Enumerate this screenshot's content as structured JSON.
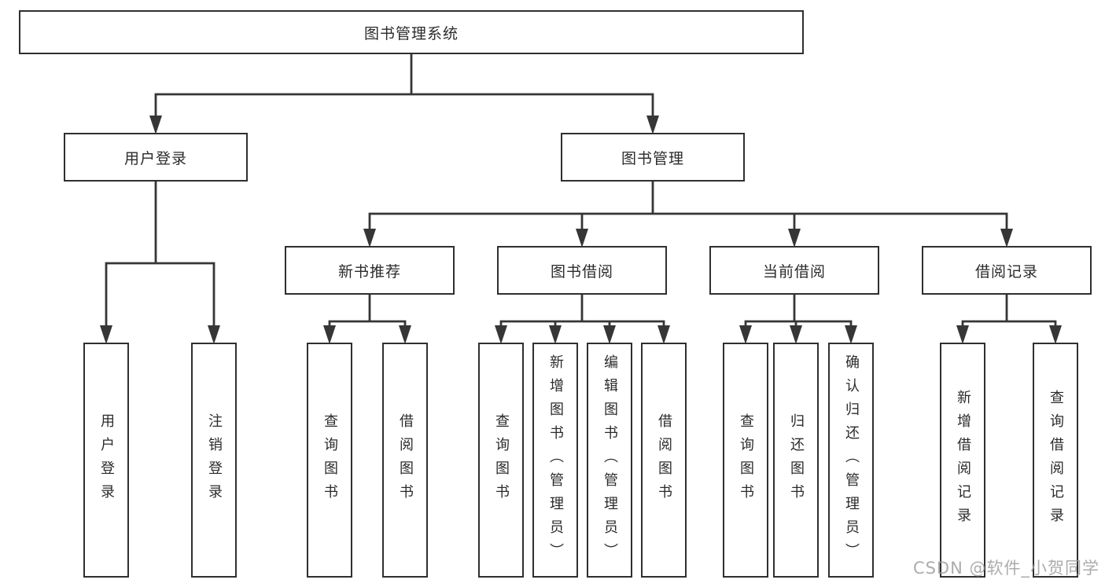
{
  "tree": {
    "label": "图书管理系统",
    "children": [
      {
        "label": "用户登录",
        "children": [
          {
            "label": "用户登录"
          },
          {
            "label": "注销登录"
          }
        ]
      },
      {
        "label": "图书管理",
        "children": [
          {
            "label": "新书推荐",
            "children": [
              {
                "label": "查询图书"
              },
              {
                "label": "借阅图书"
              }
            ]
          },
          {
            "label": "图书借阅",
            "children": [
              {
                "label": "查询图书"
              },
              {
                "label": "新增图书（管理员）"
              },
              {
                "label": "编辑图书（管理员）"
              },
              {
                "label": "借阅图书"
              }
            ]
          },
          {
            "label": "当前借阅",
            "children": [
              {
                "label": "查询图书"
              },
              {
                "label": "归还图书"
              },
              {
                "label": "确认归还（管理员）"
              }
            ]
          },
          {
            "label": "借阅记录",
            "children": [
              {
                "label": "新增借阅记录"
              },
              {
                "label": "查询借阅记录"
              }
            ]
          }
        ]
      }
    ]
  },
  "watermark": {
    "text": "CSDN @软件_小贺同学"
  },
  "colors": {
    "line": "#363636",
    "box_border": "#2f2f2f",
    "box_fill": "#ffffff",
    "text": "#2b2b2b",
    "background": "#ffffff",
    "watermark": "#9e9e9e"
  }
}
